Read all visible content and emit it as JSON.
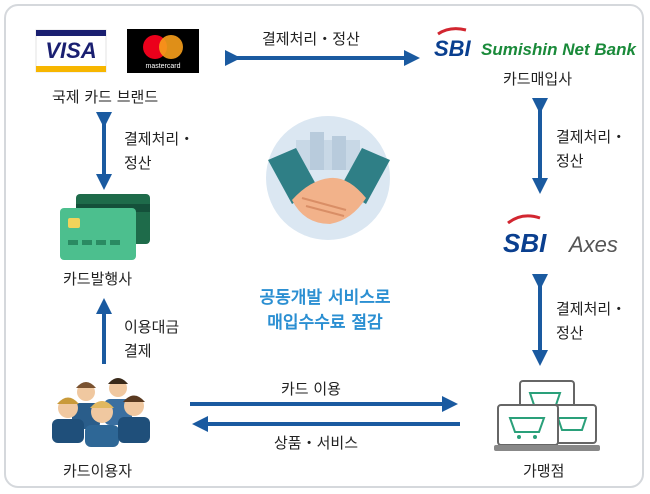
{
  "nodes": {
    "brand": {
      "label": "국제 카드 브랜드",
      "logos": [
        "VISA",
        "mastercard"
      ]
    },
    "acquirer": {
      "label": "카드매입사",
      "logo_sbi": "SBI",
      "logo_name": "Sumishin Net Bank"
    },
    "axes": {
      "logo_sbi": "SBI",
      "logo_name": "Axes"
    },
    "issuer": {
      "label": "카드발행사"
    },
    "user": {
      "label": "카드이용자"
    },
    "merchant": {
      "label": "가맹점"
    }
  },
  "flows": {
    "brand_acquirer": "결제처리・정산",
    "brand_issuer_line1": "결제처리・",
    "brand_issuer_line2": "정산",
    "acquirer_axes_line1": "결제처리・",
    "acquirer_axes_line2": "정산",
    "axes_merchant_line1": "결제처리・",
    "axes_merchant_line2": "정산",
    "user_issuer_line1": "이용대금",
    "user_issuer_line2": "결제",
    "user_to_merchant": "카드 이용",
    "merchant_to_user": "상품・서비스"
  },
  "center": {
    "line1": "공동개발 서비스로",
    "line2": "매입수수료 절감"
  },
  "colors": {
    "arrow": "#1a5aa0",
    "center_text": "#2b8fd2",
    "sbi_blue": "#0a3f8f",
    "sbi_red": "#d22630"
  }
}
